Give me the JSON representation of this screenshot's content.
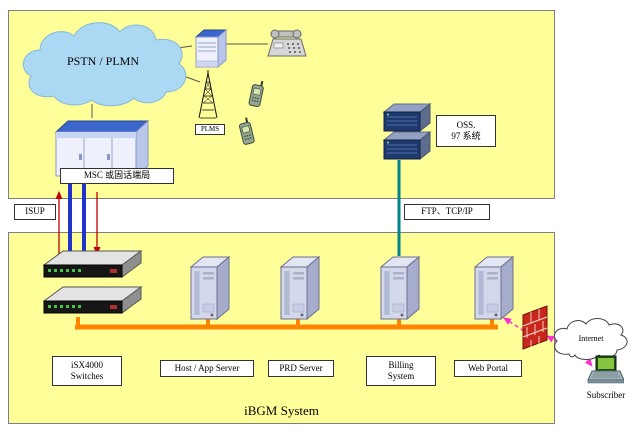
{
  "diagram": {
    "top_panel": {
      "pstn_label": "PSTN / PLMN",
      "msc_label": "MSC 或固话端局",
      "tower_label": "PLMS",
      "oss_label_line1": "OSS.",
      "oss_label_line2": "97 系统"
    },
    "links": {
      "isup": "ISUP",
      "ftp": "FTP、TCP/IP"
    },
    "bottom_panel": {
      "switches_line1": "iSX4000",
      "switches_line2": "Switches",
      "host_app_server": "Host / App Server",
      "prd_server": "PRD Server",
      "billing_line1": "Billing",
      "billing_line2": "System",
      "web_portal": "Web Portal",
      "system_title": "iBGM System"
    },
    "external": {
      "internet": "Internet",
      "subscriber": "Subscriber"
    },
    "colors": {
      "panel_bg": "#ffff99",
      "bus_orange": "#ff8400",
      "isup_blue": "#2233cc",
      "arrow_red": "#c00000",
      "ftp_teal": "#00838a",
      "external_magenta": "#ff2ad4",
      "pstn_cloud_fill": "#abd8f2",
      "firewall_red": "#c8281c"
    },
    "icons": [
      "pstn-cloud-icon",
      "msc-cabinet-icon",
      "access-server-icon",
      "desk-phone-icon",
      "antenna-tower-icon",
      "mobile-phone-icon",
      "oss-server-icon",
      "rack-switch-icon",
      "tower-server-icon",
      "firewall-icon",
      "internet-cloud-icon",
      "laptop-icon"
    ]
  }
}
